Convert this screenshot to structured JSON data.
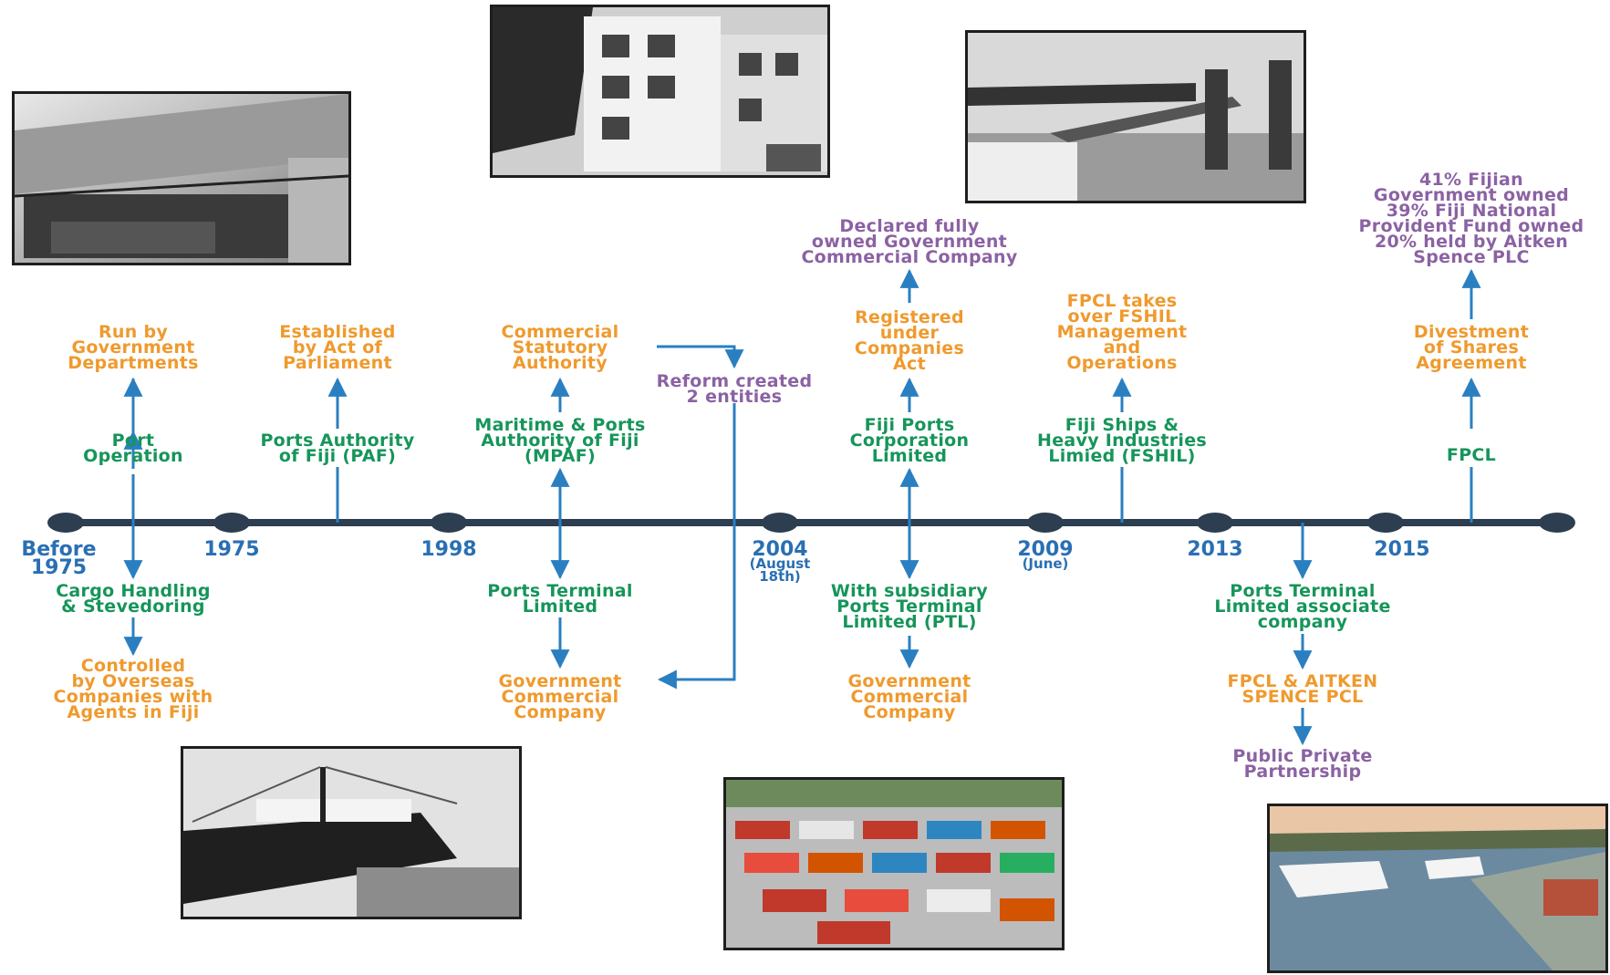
{
  "timeline": {
    "years": [
      {
        "label": "Before\n1975",
        "sub": ""
      },
      {
        "label": "1975",
        "sub": ""
      },
      {
        "label": "1998",
        "sub": ""
      },
      {
        "label": "2004",
        "sub": "(August\n18th)"
      },
      {
        "label": "2009",
        "sub": "(June)"
      },
      {
        "label": "2013",
        "sub": ""
      },
      {
        "label": "2015",
        "sub": ""
      }
    ]
  },
  "labels": {
    "port_operation": "Port\nOperation",
    "run_by_government": "Run by\nGovernment\nDepartments",
    "cargo_handling": "Cargo Handling\n& Stevedoring",
    "controlled_by_overseas": "Controlled\nby Overseas\nCompanies with\nAgents in Fiji",
    "paf": "Ports Authority\nof Fiji (PAF)",
    "established_act": "Established\nby Act of\nParliament",
    "mpaf": "Maritime & Ports\nAuthority of Fiji\n(MPAF)",
    "commercial_statutory": "Commercial\nStatutory\nAuthority",
    "ptl_1998": "Ports Terminal\nLimited",
    "gcc_1998": "Government\nCommercial\nCompany",
    "reform": "Reform created\n2 entities",
    "fpcl_2004": "Fiji Ports\nCorporation\nLimited",
    "registered": "Registered\nunder\nCompanies\nAct",
    "declared_fully": "Declared fully\nowned Government\nCommercial Company",
    "subsidiary_ptl": "With subsidiary\nPorts Terminal\nLimited (PTL)",
    "gcc_2004": "Government\nCommercial\nCompany",
    "fshil": "Fiji Ships &\nHeavy Industries\nLimied (FSHIL)",
    "fpcl_takes_over": "FPCL takes\nover FSHIL\nManagement\nand\nOperations",
    "ptl_associate": "Ports Terminal\nLimited associate\ncompany",
    "fpcl_aitken": "FPCL & AITKEN\nSPENCE PCL",
    "ppp": "Public Private\nPartnership",
    "fpcl_2015": "FPCL",
    "divestment": "Divestment\nof Shares\nAgreement",
    "ownership": "41% Fijian\nGovernment owned\n39% Fiji National\nProvident Fund owned\n20% held by Aitken\nSpence PLC"
  },
  "colors": {
    "timeline": "#2c3e50",
    "arrow": "#2a7fc1",
    "year_text": "#2a6fb3",
    "entity_green": "#16955a",
    "action_orange": "#ef9a2e",
    "outcome_purple": "#8b62a3"
  }
}
